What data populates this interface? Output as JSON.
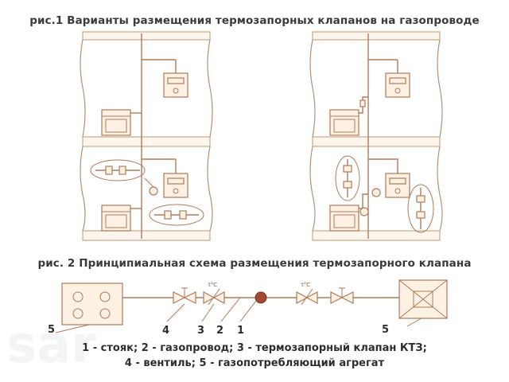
{
  "figure1": {
    "title": "рис.1 Варианты размещения термозапорных клапанов на газопроводе"
  },
  "figure2": {
    "title": "рис. 2 Принципиальная схема размещения термозапорного клапана",
    "labels": [
      "5",
      "4",
      "3",
      "2",
      "1",
      "5"
    ],
    "temp_mark": "t°C",
    "legend_line1": "1 - стояк; 2 - газопровод; 3 - термозапорный клапан КТЗ;",
    "legend_line2": "4 - вентиль; 5 - газопотребляющий агрегат"
  },
  "colors": {
    "pipe": "#b07a5a",
    "wall_fill": "#fdf6ec",
    "text": "#2e2e2e"
  }
}
